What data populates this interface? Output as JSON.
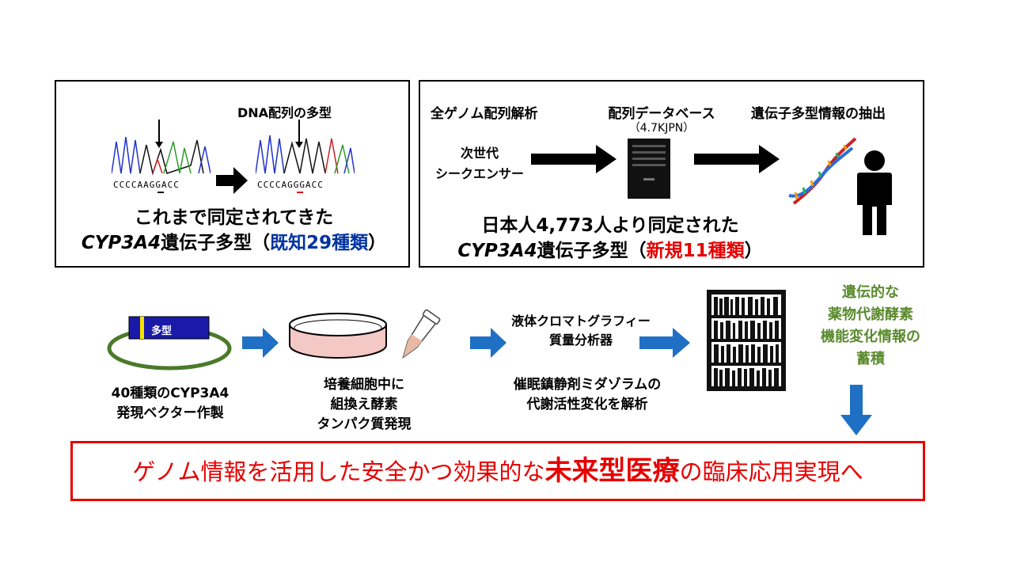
{
  "left_panel": {
    "dna_label": "DNA配列の多型",
    "seq_before": "CCCCAAGGACC",
    "seq_after": "CCCCAGGGACC",
    "line1": "これまで同定されてきた",
    "line2_italic": "CYP3A4",
    "line2_text": "遺伝子多型（",
    "line2_highlight": "既知29種類",
    "line2_close": "）"
  },
  "right_panel": {
    "step1": "全ゲノム配列解析",
    "step2": "配列データベース",
    "step2_sub": "（4.7KJPN）",
    "step3": "遺伝子多型情報の抽出",
    "seq_label_line1": "次世代",
    "seq_label_line2": "シークエンサー",
    "line1": "日本人4,773人より同定された",
    "line2_italic": "CYP3A4",
    "line2_text": "遺伝子多型（",
    "line2_highlight": "新規11種類",
    "line2_close": "）"
  },
  "workflow": {
    "vector_tag": "多型",
    "vector_caption1": "40種類のCYP3A4",
    "vector_caption2": "発現ベクター作製",
    "culture_caption1": "培養細胞中に",
    "culture_caption2": "組換え酵素",
    "culture_caption3": "タンパク質発現",
    "ms_line1": "液体クロマトグラフィー",
    "ms_line2": "質量分析器",
    "analysis_line1": "催眠鎮静剤ミダゾラムの",
    "analysis_line2": "代謝活性変化を解析",
    "accum_line1": "遺伝的な",
    "accum_line2": "薬物代謝酵素",
    "accum_line3": "機能変化情報の",
    "accum_line4": "蓄積"
  },
  "bottom_banner": {
    "text_before": "ゲノム情報を活用した安全かつ効果的な",
    "text_highlight": "未来型医療",
    "text_after": "の臨床応用実現へ"
  },
  "colors": {
    "known": "#0033a0",
    "novel": "#e60000",
    "arrow_blue": "#1f6fc5",
    "accum_green": "#5a8a2e",
    "banner_border": "#e60000"
  }
}
